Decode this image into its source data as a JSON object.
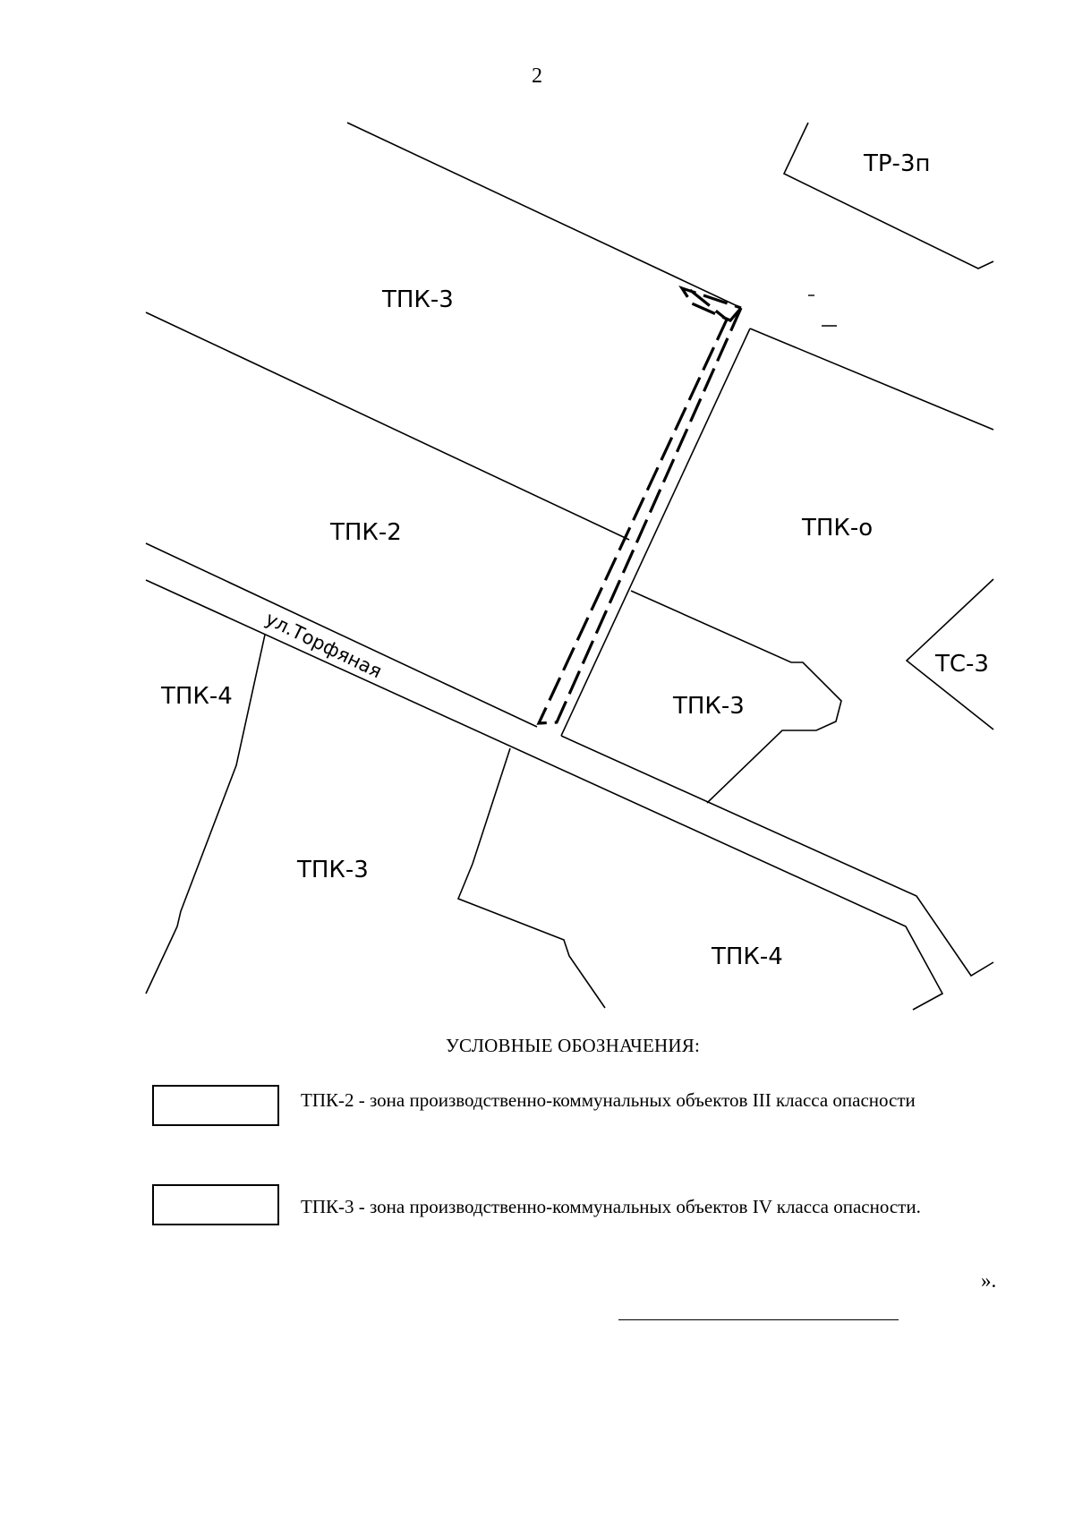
{
  "page_number": "2",
  "map": {
    "zones": [
      {
        "id": "tr3p",
        "label": "ТР-3п"
      },
      {
        "id": "tpk3-north",
        "label": "ТПК-3"
      },
      {
        "id": "tpk2",
        "label": "ТПК-2"
      },
      {
        "id": "tpko",
        "label": "ТПК-о"
      },
      {
        "id": "tc3",
        "label": "ТС-3"
      },
      {
        "id": "tpk4-west",
        "label": "ТПК-4"
      },
      {
        "id": "tpk3-center",
        "label": "ТПК-3"
      },
      {
        "id": "tpk3-south",
        "label": "ТПК-3"
      },
      {
        "id": "tpk4-south",
        "label": "ТПК-4"
      }
    ],
    "street_label": "ул.Торфяная"
  },
  "legend": {
    "title": "УСЛОВНЫЕ ОБОЗНАЧЕНИЯ:",
    "items": [
      {
        "text": "ТПК-2 - зона производственно-коммунальных объектов III класса опасности"
      },
      {
        "text": "ТПК-3 - зона производственно-коммунальных объектов IV класса опасности."
      }
    ]
  },
  "closing": "»."
}
